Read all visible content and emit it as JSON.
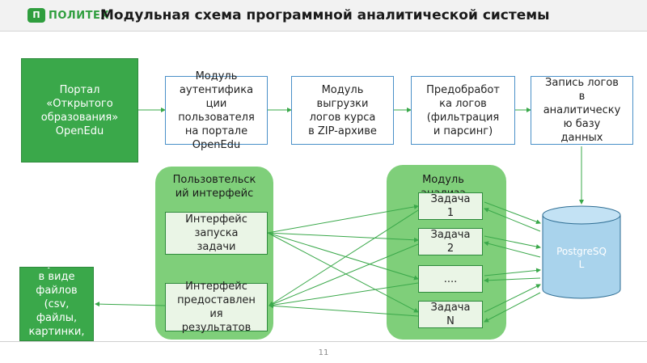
{
  "header": {
    "logo_mark": "П",
    "logo_text": "ПОЛИТЕХ",
    "title": "Модульная схема программной аналитической системы"
  },
  "nodes": {
    "portal": "Портал\n«Открытого\nобразования»\nOpenEdu",
    "auth": "Модуль\nаутентифика\nции\nпользователя\nна портале\nOpenEdu",
    "export": "Модуль\nвыгрузки\nлогов курса\nв ZIP-архиве",
    "preprocess": "Предобработ\nка логов\n(фильтрация\nи парсинг)",
    "write": "Запись логов\nв\nаналитическу\nю базу\nданных",
    "results": "Результат\nв виде\nфайлов\n(csv,\nфайлы,\nкартинки,",
    "ui_group": "Пользовтельск\nий интерфейс",
    "ui_launch": "Интерфейс\nзапуска\nзадачи",
    "ui_results": "Интерфейс\nпредоставлен\nия\nрезультатов",
    "analysis_group": "Модуль\nанализа",
    "task1": "Задача\n1",
    "task2": "Задача\n2",
    "task_more": "....",
    "taskN": "Задача\nN",
    "db": "PostgreSQ\nL"
  },
  "colors": {
    "green_dark": "#2e8a3c",
    "green_fill": "#3aa84a",
    "group_fill": "#7fcf7a",
    "box_border": "#4a90c8",
    "db_fill": "#a9d3ec",
    "arrow": "#3aa84a"
  },
  "footer": {
    "page_number": "11"
  }
}
